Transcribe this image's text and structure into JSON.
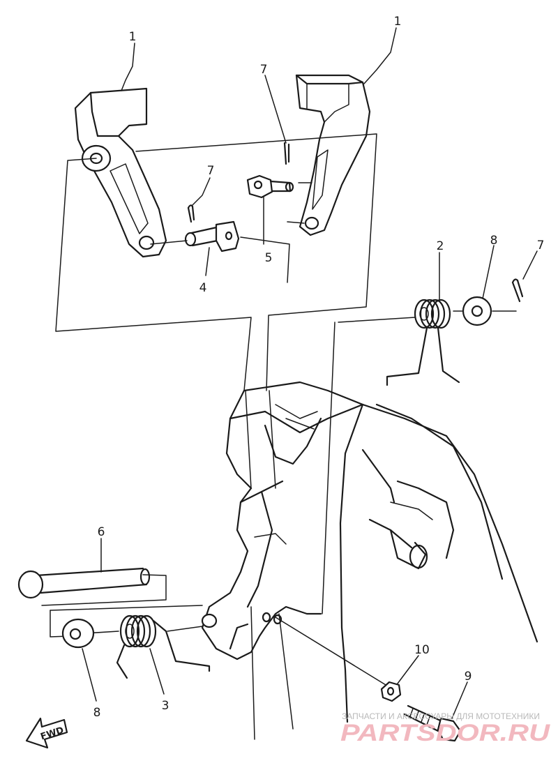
{
  "callouts": [
    {
      "id": "c1a",
      "label": "1"
    },
    {
      "id": "c1b",
      "label": "1"
    },
    {
      "id": "c7a",
      "label": "7"
    },
    {
      "id": "c7b",
      "label": "7"
    },
    {
      "id": "c7c",
      "label": "7"
    },
    {
      "id": "c5",
      "label": "5"
    },
    {
      "id": "c4",
      "label": "4"
    },
    {
      "id": "c2",
      "label": "2"
    },
    {
      "id": "c8a",
      "label": "8"
    },
    {
      "id": "c6",
      "label": "6"
    },
    {
      "id": "c10",
      "label": "10"
    },
    {
      "id": "c9",
      "label": "9"
    },
    {
      "id": "c8b",
      "label": "8"
    },
    {
      "id": "c3",
      "label": "3"
    }
  ],
  "direction_arrow": {
    "label": "FWD"
  },
  "watermark": {
    "caption": "ЗАПЧАСТИ И АКСЕССУАРЫ ДЛЯ МОТОТЕХНИКИ",
    "logo_text": "PARTSDOR.RU"
  },
  "colors": {
    "line": "#1a1a1a",
    "background": "#ffffff",
    "watermark_logo": "#f2b8bf",
    "watermark_caption": "#b9b9b9"
  }
}
